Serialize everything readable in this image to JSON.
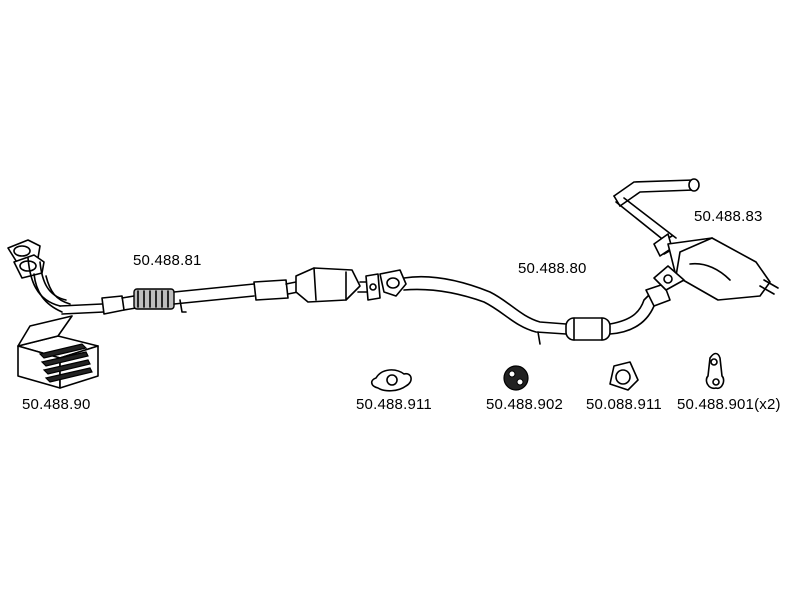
{
  "parts": {
    "downpipe": "50.488.81",
    "mid_pipe": "50.488.80",
    "rear_silencer": "50.488.83",
    "mounting_kit": "50.488.90",
    "gasket_small": "50.488.911",
    "rubber_mount": "50.488.902",
    "gasket_triangle": "50.088.911",
    "hanger_strap": "50.488.901(x2)"
  }
}
